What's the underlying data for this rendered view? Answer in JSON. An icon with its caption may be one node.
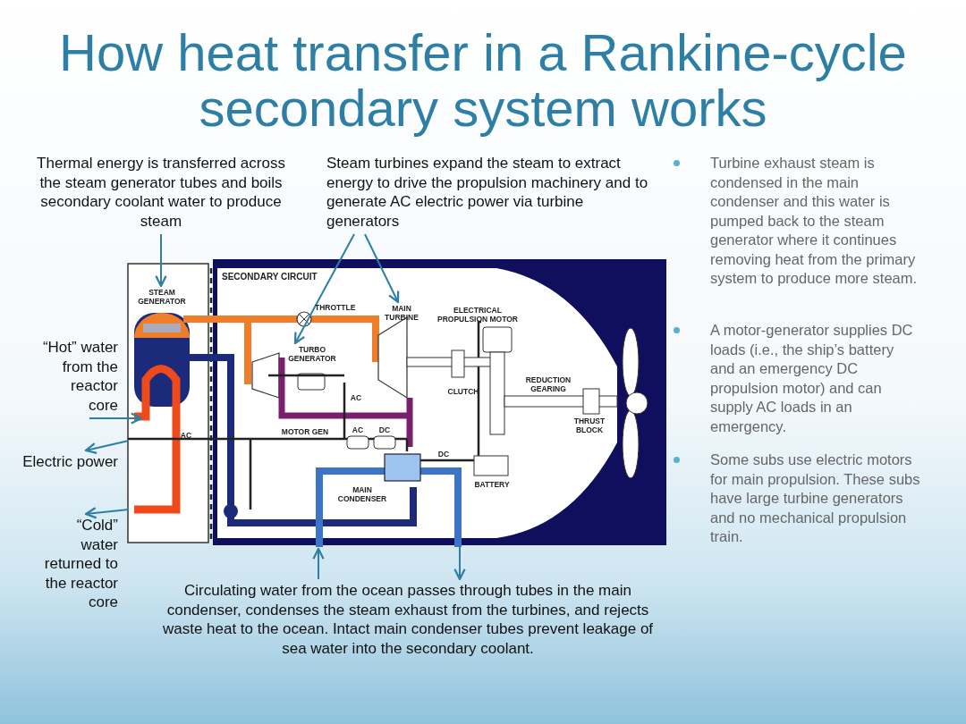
{
  "diagram": {
    "title": "How heat transfer in a Rankine-cycle secondary system works",
    "nodes": [
      {
        "text": [
          "Thermal energy is transferred across the steam generator tubes and boils secondary coolant water to produce steam"
        ]
      },
      {
        "text": [
          "Steam turbines expand the steam to extract energy to drive the propulsion machinery and to generate AC electric power via turbine generators"
        ]
      },
      {
        "text": [
          "“Hot” water from the reactor core"
        ]
      },
      {
        "text": [
          "Electric power"
        ]
      },
      {
        "text": [
          "“Cold” water returned to the reactor core"
        ]
      },
      {
        "text": [
          "Circulating water from the ocean passes through tubes in the main condenser, condenses the steam exhaust from the turbines,  and rejects waste heat to the ocean. Intact main condenser tubes prevent leakage of sea water into the secondary coolant."
        ]
      },
      {
        "text": [
          "STEAM GENERATOR"
        ]
      },
      {
        "text": [
          "TURBO GENERATOR"
        ]
      },
      {
        "text": [
          "MAIN TURBINE"
        ]
      }
    ],
    "edges": [
      {
        "from": 0,
        "to": 6,
        "arrow": "to"
      },
      {
        "from": 1,
        "to": 7,
        "arrow": "to"
      },
      {
        "from": 1,
        "to": 8,
        "arrow": "to"
      },
      {
        "from": 2,
        "to": null,
        "arrow": "to"
      },
      {
        "from": null,
        "to": 3,
        "arrow": "to"
      },
      {
        "from": null,
        "to": 4,
        "arrow": "to"
      },
      {
        "from": 5,
        "to": null,
        "arrow": "to"
      },
      {
        "from": null,
        "to": 5,
        "arrow": "to"
      }
    ],
    "labels": [
      "SECONDARY CIRCUIT",
      "THROTTLE",
      "ELECTRICAL PROPULSION MOTOR",
      "CLUTCH",
      "REDUCTION GEARING",
      "AC",
      "AC",
      "MOTOR GEN",
      "AC",
      "DC",
      "THRUST BLOCK",
      "DC",
      "MAIN CONDENSER",
      "BATTERY",
      "Turbine exhaust steam is condensed in the main condenser and this water is pumped back to the steam generator where it continues removing heat from the primary system to produce more steam.",
      "A motor-generator supplies DC loads (i.e., the ship’s battery and an emergency DC propulsion motor) and can supply AC loads in an emergency.",
      "Some subs use electric motors for main propulsion. These subs have large turbine generators and no mechanical propulsion train."
    ]
  }
}
